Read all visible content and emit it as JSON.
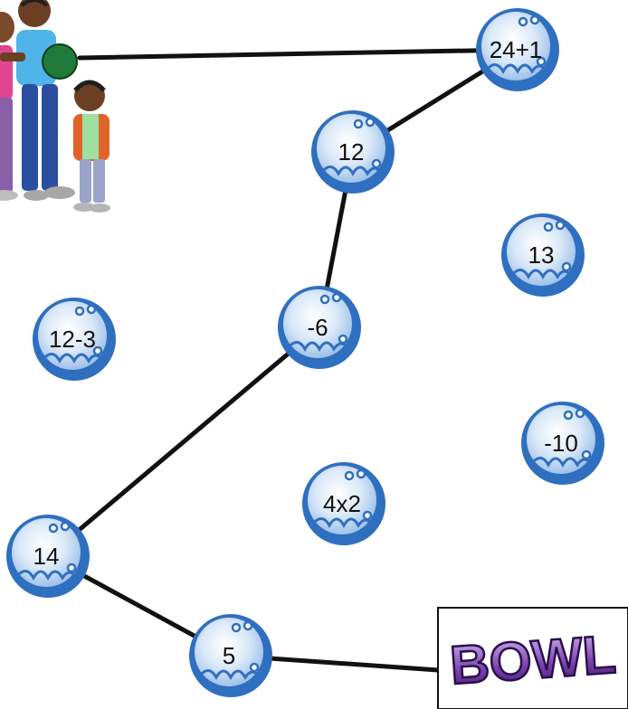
{
  "game": {
    "balls": [
      {
        "id": "b-24",
        "label": "24+1",
        "in_path": true
      },
      {
        "id": "b-12",
        "label": "12",
        "in_path": true
      },
      {
        "id": "b-13",
        "label": "13",
        "in_path": false
      },
      {
        "id": "b-n6",
        "label": "-6",
        "in_path": true
      },
      {
        "id": "b-12m3",
        "label": "12-3",
        "in_path": false
      },
      {
        "id": "b-n10",
        "label": "-10",
        "in_path": false
      },
      {
        "id": "b-4x2",
        "label": "4x2",
        "in_path": false
      },
      {
        "id": "b-14",
        "label": "14",
        "in_path": true
      },
      {
        "id": "b-5",
        "label": "5",
        "in_path": true
      }
    ],
    "path_order": [
      "family",
      "b-24",
      "b-12",
      "b-n6",
      "b-14",
      "b-5",
      "bowl"
    ],
    "bowl_sign": {
      "text": "BOWL"
    },
    "colors": {
      "ball_dark": "#2f6fc0",
      "ball_light": "#cfe2f7",
      "line": "#111111",
      "sign_purple": "#7a3fb0",
      "sign_light": "#c9a9ea"
    },
    "icons": {
      "family": "bowling-family-icon",
      "ball": "bowling-ball-icon"
    }
  }
}
